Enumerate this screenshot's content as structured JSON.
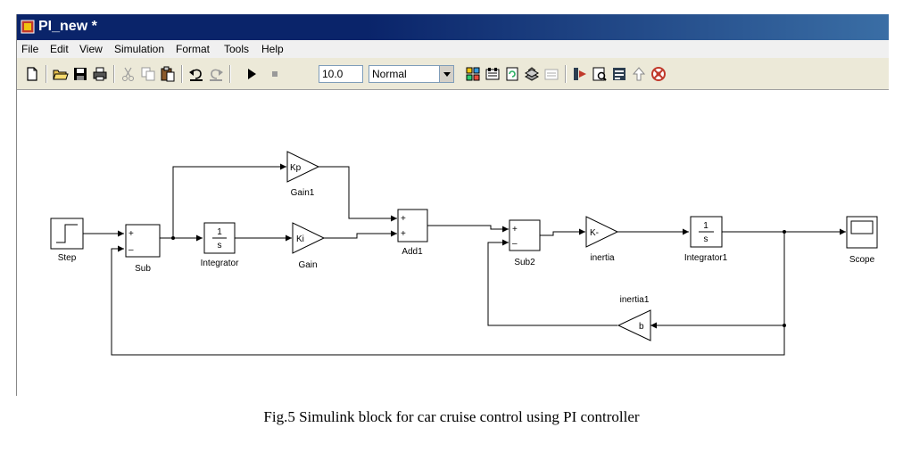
{
  "window": {
    "title": "PI_new *"
  },
  "menu": [
    "File",
    "Edit",
    "View",
    "Simulation",
    "Format",
    "Tools",
    "Help"
  ],
  "toolbar": {
    "stop_time": "10.0",
    "sim_mode": "Normal",
    "icons": [
      "new-file",
      "open-folder",
      "save",
      "print",
      "cut",
      "copy",
      "paste",
      "undo",
      "redo",
      "start",
      "stop",
      "library-browser",
      "model-explorer",
      "update-diagram",
      "build",
      "debugger",
      "model-advisor",
      "navigate-up",
      "help"
    ]
  },
  "blocks": {
    "step": "Step",
    "sub": "Sub",
    "integrator": "Integrator",
    "integrator_num": "1",
    "integrator_den": "s",
    "gain1": "Gain1",
    "kp": "Kp",
    "gain": "Gain",
    "ki": "Ki",
    "add1": "Add1",
    "sub2": "Sub2",
    "inertia": "inertia",
    "inertia_k": "K-",
    "integrator1": "Integrator1",
    "integrator1_num": "1",
    "integrator1_den": "s",
    "scope": "Scope",
    "inertia1": "inertia1",
    "inertia1_b": "b",
    "plus": "+",
    "minus": "–"
  },
  "caption": "Fig.5 Simulink block for car cruise control using PI controller"
}
